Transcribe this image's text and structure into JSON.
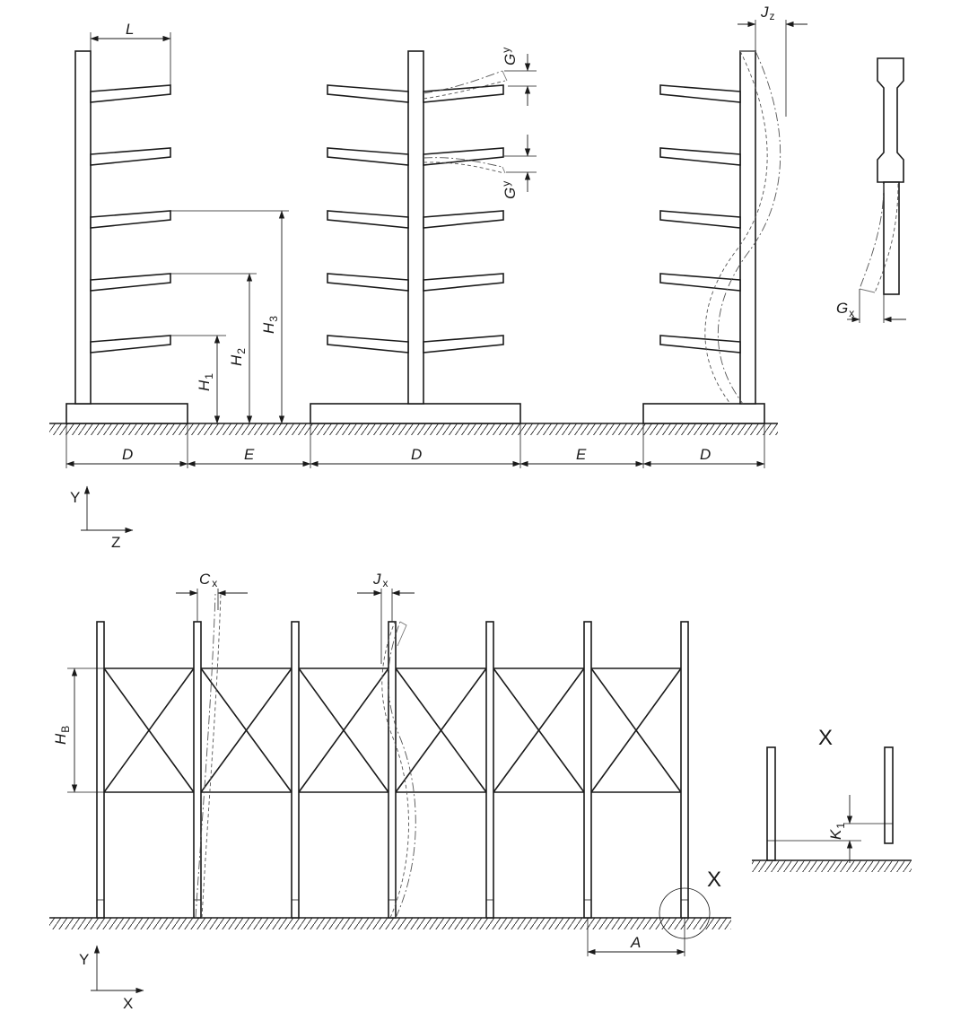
{
  "figure": {
    "top_view": {
      "height_labels": {
        "h1": "H",
        "h1_sub": "1",
        "h2": "H",
        "h2_sub": "2",
        "h3": "H",
        "h3_sub": "3"
      },
      "arm_length": "L",
      "arm_deflection": {
        "main": "G",
        "sub": "y"
      },
      "column_deflection": {
        "main": "J",
        "sub": "z"
      },
      "side_deflection": {
        "main": "G",
        "sub": "x"
      },
      "base_dimensions": [
        "D",
        "E",
        "D",
        "E",
        "D"
      ],
      "axes": {
        "vertical": "Y",
        "horizontal": "Z"
      }
    },
    "bottom_view": {
      "bracing_height": {
        "main": "H",
        "sub": "B"
      },
      "column_deflection_c": {
        "main": "C",
        "sub": "x"
      },
      "column_deflection_j": {
        "main": "J",
        "sub": "x"
      },
      "bay_width": "A",
      "detail_marker": "X",
      "axes": {
        "vertical": "Y",
        "horizontal": "X"
      }
    },
    "detail": {
      "title": "X",
      "offset": {
        "main": "K",
        "sub": "1"
      }
    }
  }
}
